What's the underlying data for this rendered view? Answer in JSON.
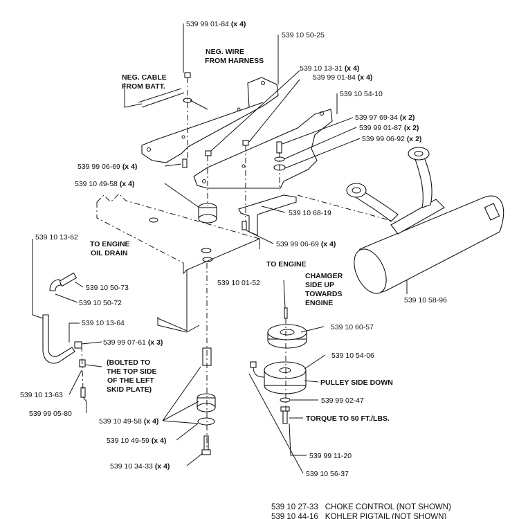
{
  "parts": [
    {
      "number": "539 99 01-84",
      "qty": "(x 4)"
    },
    {
      "number": "539 10 50-25",
      "qty": ""
    },
    {
      "number": "539 10 13-31",
      "qty": "(x 4)"
    },
    {
      "number": "539 99 01-84",
      "qty": "(x 4)"
    },
    {
      "number": "539 10 54-10",
      "qty": ""
    },
    {
      "number": "539 97 69-34",
      "qty": "(x 2)"
    },
    {
      "number": "539 99 01-87",
      "qty": "(x 2)"
    },
    {
      "number": "539 99 06-92",
      "qty": "(x 2)"
    },
    {
      "number": "539 99 06-69",
      "qty": "(x 4)"
    },
    {
      "number": "539 10 49-58",
      "qty": "(x 4)"
    },
    {
      "number": "539 10 68-19",
      "qty": ""
    },
    {
      "number": "539 99 06-69",
      "qty": "(x 4)"
    },
    {
      "number": "539 10 13-62",
      "qty": ""
    },
    {
      "number": "539 10 50-73",
      "qty": ""
    },
    {
      "number": "539 10 50-72",
      "qty": ""
    },
    {
      "number": "539 10 01-52",
      "qty": ""
    },
    {
      "number": "539 10 58-96",
      "qty": ""
    },
    {
      "number": "539 10 13-64",
      "qty": ""
    },
    {
      "number": "539 10 60-57",
      "qty": ""
    },
    {
      "number": "539 99 07-61",
      "qty": "(x 3)"
    },
    {
      "number": "539 10 54-06",
      "qty": ""
    },
    {
      "number": "539 10 13-63",
      "qty": ""
    },
    {
      "number": "539 99 05-80",
      "qty": ""
    },
    {
      "number": "539 99 02-47",
      "qty": ""
    },
    {
      "number": "539 10 49-58",
      "qty": "(x 4)"
    },
    {
      "number": "539 10 49-59",
      "qty": "(x 4)"
    },
    {
      "number": "539 10 34-33",
      "qty": "(x 4)"
    },
    {
      "number": "539 99 11-20",
      "qty": ""
    },
    {
      "number": "539 10 56-37",
      "qty": ""
    }
  ],
  "notes": {
    "neg_wire": [
      "NEG. WIRE",
      "FROM HARNESS"
    ],
    "neg_cable": [
      "NEG. CABLE",
      "FROM BATT."
    ],
    "to_engine_oil": [
      "TO ENGINE",
      "OIL DRAIN"
    ],
    "to_engine": "TO ENGINE",
    "changer": [
      "CHAMGER",
      "SIDE UP",
      "TOWARDS",
      "ENGINE"
    ],
    "bolted": [
      "(BOLTED TO",
      "THE TOP SIDE",
      "OF THE LEFT",
      "SKID PLATE)"
    ],
    "pulley_side": "PULLEY SIDE DOWN",
    "torque": "TORQUE TO 50 FT./LBS."
  },
  "footer": [
    {
      "number": "539 10 27-33",
      "desc": "CHOKE CONTROL (NOT SHOWN)"
    },
    {
      "number": "539 10 44-16",
      "desc": "KOHLER PIGTAIL (NOT SHOWN)"
    }
  ]
}
